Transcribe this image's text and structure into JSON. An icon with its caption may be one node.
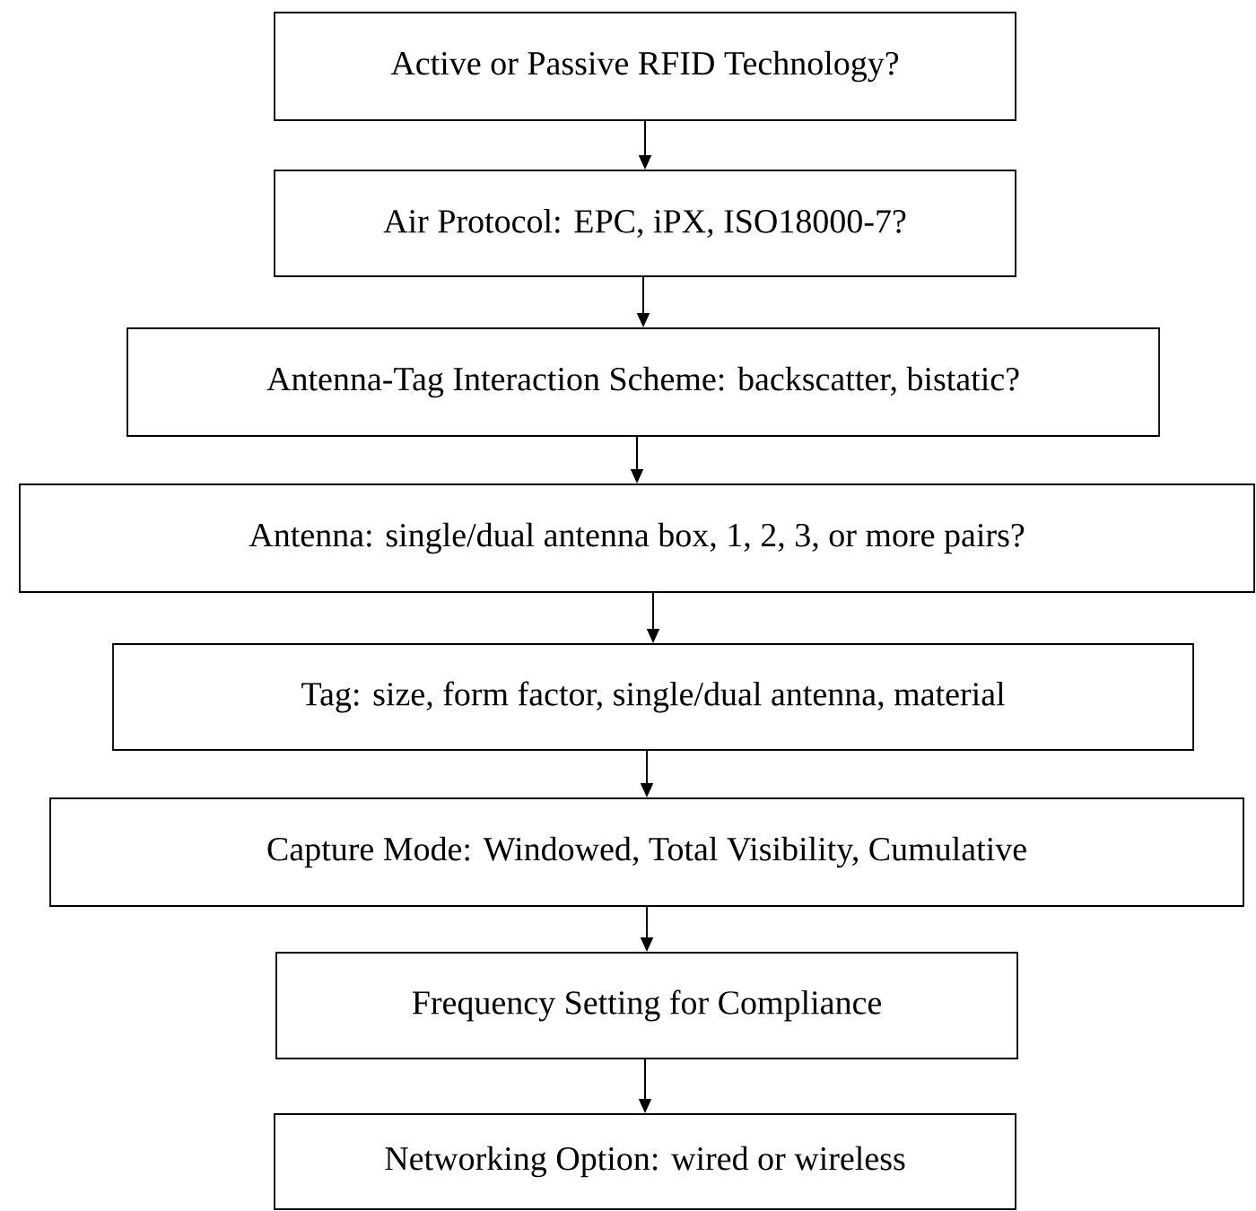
{
  "diagram": {
    "nodes": [
      {
        "text": [
          "Active or Passive RFID Technology?"
        ]
      },
      {
        "text": [
          "Air Protocol: EPC, iPX, ISO18000-7?"
        ]
      },
      {
        "text": [
          "Antenna-Tag Interaction Scheme: backscatter, bistatic?"
        ]
      },
      {
        "text": [
          "Antenna: single/dual antenna box, 1, 2, 3, or more pairs?"
        ]
      },
      {
        "text": [
          "Tag: size, form factor, single/dual antenna, material"
        ]
      },
      {
        "text": [
          "Capture Mode: Windowed, Total Visibility, Cumulative"
        ]
      },
      {
        "text": [
          "Frequency Setting for Compliance"
        ]
      },
      {
        "text": [
          "Networking Option: wired or wireless"
        ]
      }
    ],
    "edges": [
      {
        "from": 0,
        "to": 1,
        "arrow": "to"
      },
      {
        "from": 1,
        "to": 2,
        "arrow": "to"
      },
      {
        "from": 2,
        "to": 3,
        "arrow": "to"
      },
      {
        "from": 3,
        "to": 4,
        "arrow": "to"
      },
      {
        "from": 4,
        "to": 5,
        "arrow": "to"
      },
      {
        "from": 5,
        "to": 6,
        "arrow": "to"
      },
      {
        "from": 6,
        "to": 7,
        "arrow": "to"
      }
    ]
  }
}
